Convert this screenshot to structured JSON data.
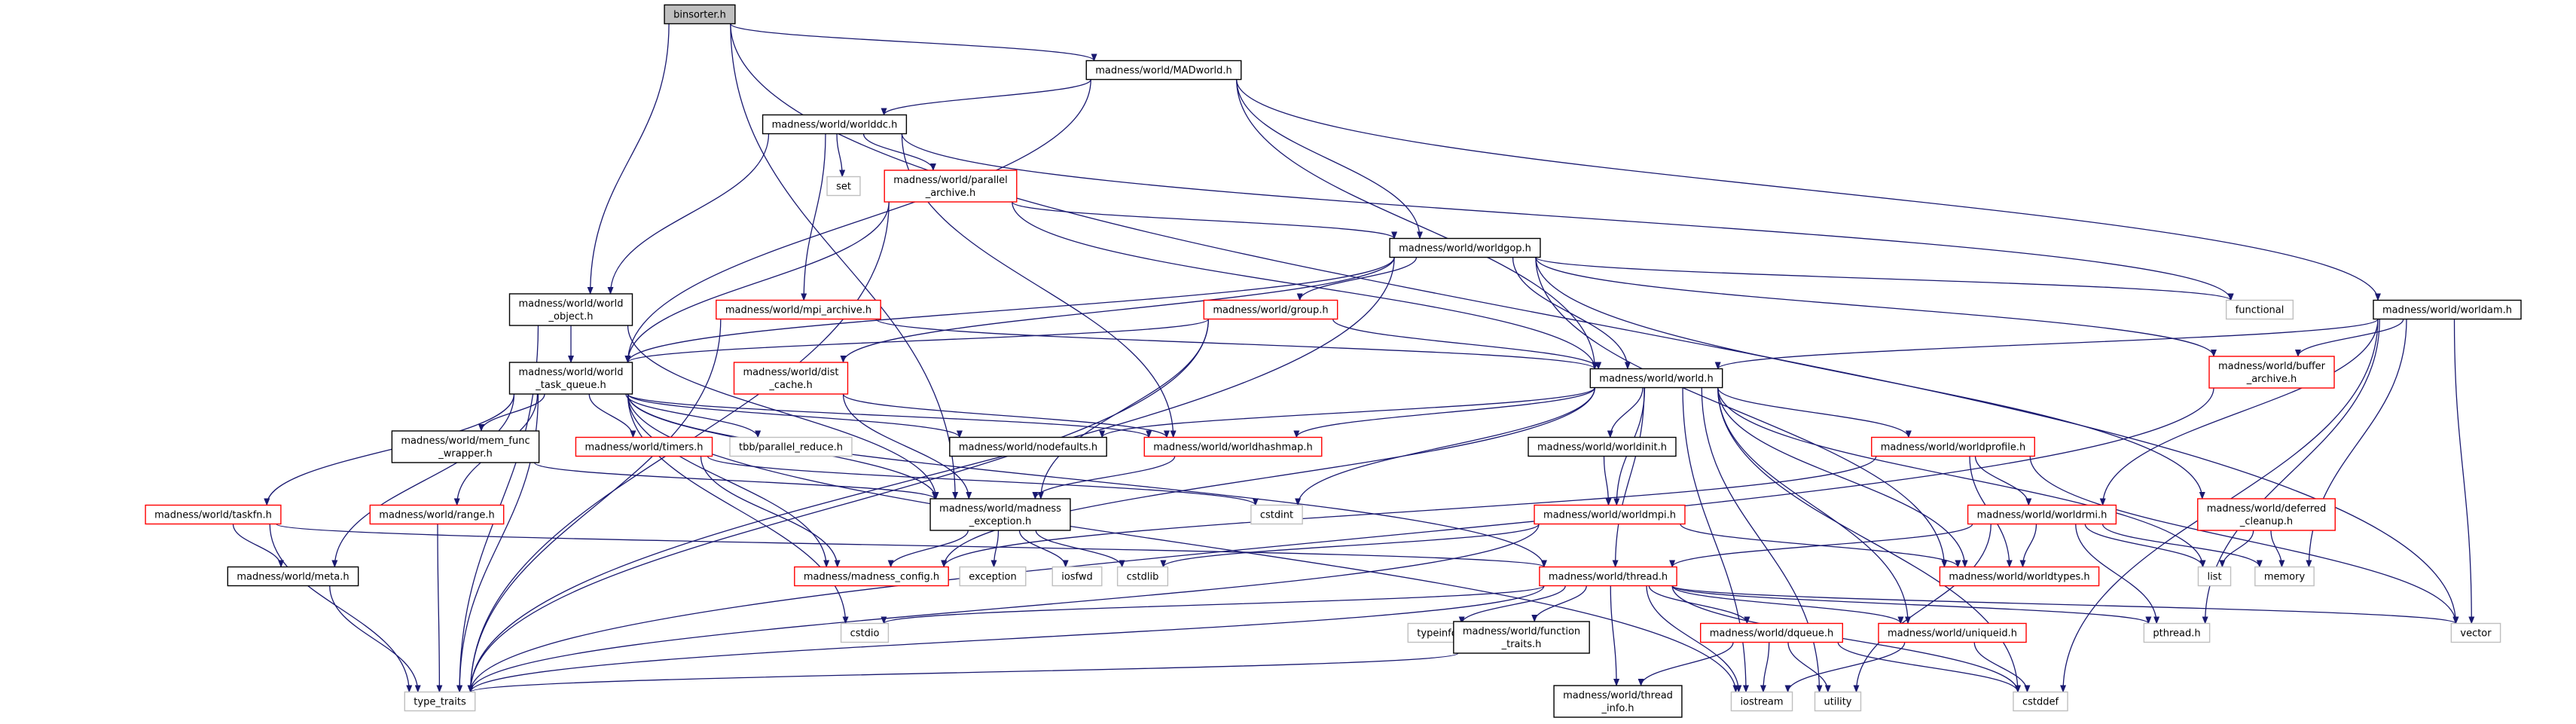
{
  "diagram": {
    "title": "",
    "colors": {
      "edge": "#191970",
      "root_fill": "#bfbfbf",
      "root_stroke": "#000000",
      "normal_stroke": "#000000",
      "red_stroke": "#ff0000",
      "system_stroke": "#bfbfbf",
      "fill": "#ffffff"
    },
    "nodes": [
      {
        "id": "binsorter",
        "kind": "root",
        "lines": [
          "binsorter.h"
        ]
      },
      {
        "id": "madworld",
        "kind": "normal",
        "lines": [
          "madness/world/MADworld.h"
        ]
      },
      {
        "id": "worlddc",
        "kind": "normal",
        "lines": [
          "madness/world/worlddc.h"
        ]
      },
      {
        "id": "set",
        "kind": "system",
        "lines": [
          "set"
        ]
      },
      {
        "id": "parallel_archive",
        "kind": "red",
        "lines": [
          "madness/world/parallel",
          "_archive.h"
        ]
      },
      {
        "id": "worldgop",
        "kind": "normal",
        "lines": [
          "madness/world/worldgop.h"
        ]
      },
      {
        "id": "functional",
        "kind": "system",
        "lines": [
          "functional"
        ]
      },
      {
        "id": "worldam",
        "kind": "normal",
        "lines": [
          "madness/world/worldam.h"
        ]
      },
      {
        "id": "world_object",
        "kind": "normal",
        "lines": [
          "madness/world/world",
          "_object.h"
        ]
      },
      {
        "id": "mpi_archive",
        "kind": "red",
        "lines": [
          "madness/world/mpi_archive.h"
        ]
      },
      {
        "id": "group",
        "kind": "red",
        "lines": [
          "madness/world/group.h"
        ]
      },
      {
        "id": "buffer_archive",
        "kind": "red",
        "lines": [
          "madness/world/buffer",
          "_archive.h"
        ]
      },
      {
        "id": "world_task_queue",
        "kind": "normal",
        "lines": [
          "madness/world/world",
          "_task_queue.h"
        ]
      },
      {
        "id": "dist_cache",
        "kind": "red",
        "lines": [
          "madness/world/dist",
          "_cache.h"
        ]
      },
      {
        "id": "world",
        "kind": "normal",
        "lines": [
          "madness/world/world.h"
        ]
      },
      {
        "id": "mem_func_wrapper",
        "kind": "normal",
        "lines": [
          "madness/world/mem_func",
          "_wrapper.h"
        ]
      },
      {
        "id": "timers",
        "kind": "red",
        "lines": [
          "madness/world/timers.h"
        ]
      },
      {
        "id": "parallel_reduce",
        "kind": "system",
        "lines": [
          "tbb/parallel_reduce.h"
        ]
      },
      {
        "id": "nodefaults",
        "kind": "normal",
        "lines": [
          "madness/world/nodefaults.h"
        ]
      },
      {
        "id": "worldhashmap",
        "kind": "red",
        "lines": [
          "madness/world/worldhashmap.h"
        ]
      },
      {
        "id": "worldinit",
        "kind": "normal",
        "lines": [
          "madness/world/worldinit.h"
        ]
      },
      {
        "id": "worldprofile",
        "kind": "red",
        "lines": [
          "madness/world/worldprofile.h"
        ]
      },
      {
        "id": "taskfn",
        "kind": "red",
        "lines": [
          "madness/world/taskfn.h"
        ]
      },
      {
        "id": "range",
        "kind": "red",
        "lines": [
          "madness/world/range.h"
        ]
      },
      {
        "id": "madness_exception",
        "kind": "normal",
        "lines": [
          "madness/world/madness",
          "_exception.h"
        ]
      },
      {
        "id": "cstdint",
        "kind": "system",
        "lines": [
          "cstdint"
        ]
      },
      {
        "id": "worldmpi",
        "kind": "red",
        "lines": [
          "madness/world/worldmpi.h"
        ]
      },
      {
        "id": "worldrmi",
        "kind": "red",
        "lines": [
          "madness/world/worldrmi.h"
        ]
      },
      {
        "id": "deferred_cleanup",
        "kind": "red",
        "lines": [
          "madness/world/deferred",
          "_cleanup.h"
        ]
      },
      {
        "id": "meta",
        "kind": "normal",
        "lines": [
          "madness/world/meta.h"
        ]
      },
      {
        "id": "madness_config",
        "kind": "red",
        "lines": [
          "madness/madness_config.h"
        ]
      },
      {
        "id": "exception",
        "kind": "system",
        "lines": [
          "exception"
        ]
      },
      {
        "id": "iosfwd",
        "kind": "system",
        "lines": [
          "iosfwd"
        ]
      },
      {
        "id": "cstdlib",
        "kind": "system",
        "lines": [
          "cstdlib"
        ]
      },
      {
        "id": "thread",
        "kind": "red",
        "lines": [
          "madness/world/thread.h"
        ]
      },
      {
        "id": "worldtypes",
        "kind": "red",
        "lines": [
          "madness/world/worldtypes.h"
        ]
      },
      {
        "id": "list",
        "kind": "system",
        "lines": [
          "list"
        ]
      },
      {
        "id": "memory",
        "kind": "system",
        "lines": [
          "memory"
        ]
      },
      {
        "id": "cstdio",
        "kind": "system",
        "lines": [
          "cstdio"
        ]
      },
      {
        "id": "typeinfo",
        "kind": "system",
        "lines": [
          "typeinfo"
        ]
      },
      {
        "id": "function_traits",
        "kind": "normal",
        "lines": [
          "madness/world/function",
          "_traits.h"
        ]
      },
      {
        "id": "dqueue",
        "kind": "red",
        "lines": [
          "madness/world/dqueue.h"
        ]
      },
      {
        "id": "uniqueid",
        "kind": "red",
        "lines": [
          "madness/world/uniqueid.h"
        ]
      },
      {
        "id": "pthread",
        "kind": "system",
        "lines": [
          "pthread.h"
        ]
      },
      {
        "id": "vector",
        "kind": "system",
        "lines": [
          "vector"
        ]
      },
      {
        "id": "type_traits",
        "kind": "system",
        "lines": [
          "type_traits"
        ]
      },
      {
        "id": "thread_info",
        "kind": "normal",
        "lines": [
          "madness/world/thread",
          "_info.h"
        ]
      },
      {
        "id": "iostream",
        "kind": "system",
        "lines": [
          "iostream"
        ]
      },
      {
        "id": "utility",
        "kind": "system",
        "lines": [
          "utility"
        ]
      },
      {
        "id": "cstddef",
        "kind": "system",
        "lines": [
          "cstddef"
        ]
      }
    ],
    "edges": [
      [
        "binsorter",
        "madworld"
      ],
      [
        "binsorter",
        "world_object"
      ],
      [
        "binsorter",
        "madness_exception"
      ],
      [
        "binsorter",
        "vector"
      ],
      [
        "madworld",
        "worlddc"
      ],
      [
        "madworld",
        "worldgop"
      ],
      [
        "madworld",
        "worldam"
      ],
      [
        "madworld",
        "world_task_queue"
      ],
      [
        "madworld",
        "world"
      ],
      [
        "worlddc",
        "set"
      ],
      [
        "worlddc",
        "parallel_archive"
      ],
      [
        "worlddc",
        "mpi_archive"
      ],
      [
        "worlddc",
        "world_object"
      ],
      [
        "worlddc",
        "worldhashmap"
      ],
      [
        "worlddc",
        "functional"
      ],
      [
        "parallel_archive",
        "worldgop"
      ],
      [
        "parallel_archive",
        "world"
      ],
      [
        "parallel_archive",
        "world_task_queue"
      ],
      [
        "parallel_archive",
        "type_traits"
      ],
      [
        "worldgop",
        "group"
      ],
      [
        "worldgop",
        "dist_cache"
      ],
      [
        "worldgop",
        "world"
      ],
      [
        "worldgop",
        "functional"
      ],
      [
        "worldgop",
        "world_task_queue"
      ],
      [
        "worldgop",
        "buffer_archive"
      ],
      [
        "worldgop",
        "deferred_cleanup"
      ],
      [
        "worldgop",
        "worldtypes"
      ],
      [
        "worldgop",
        "type_traits"
      ],
      [
        "worldam",
        "world"
      ],
      [
        "worldam",
        "buffer_archive"
      ],
      [
        "worldam",
        "worldrmi"
      ],
      [
        "worldam",
        "memory"
      ],
      [
        "worldam",
        "pthread"
      ],
      [
        "worldam",
        "vector"
      ],
      [
        "worldam",
        "cstddef"
      ],
      [
        "world_object",
        "world_task_queue"
      ],
      [
        "world_object",
        "type_traits"
      ],
      [
        "world_object",
        "madness_exception"
      ],
      [
        "mpi_archive",
        "world"
      ],
      [
        "mpi_archive",
        "type_traits"
      ],
      [
        "group",
        "world"
      ],
      [
        "group",
        "madness_exception"
      ],
      [
        "group",
        "world_task_queue"
      ],
      [
        "group",
        "type_traits"
      ],
      [
        "buffer_archive",
        "type_traits"
      ],
      [
        "world_task_queue",
        "mem_func_wrapper"
      ],
      [
        "world_task_queue",
        "timers"
      ],
      [
        "world_task_queue",
        "parallel_reduce"
      ],
      [
        "world_task_queue",
        "nodefaults"
      ],
      [
        "world_task_queue",
        "worldhashmap"
      ],
      [
        "world_task_queue",
        "taskfn"
      ],
      [
        "world_task_queue",
        "range"
      ],
      [
        "world_task_queue",
        "meta"
      ],
      [
        "world_task_queue",
        "madness_config"
      ],
      [
        "world_task_queue",
        "thread"
      ],
      [
        "world_task_queue",
        "iostream"
      ],
      [
        "world_task_queue",
        "type_traits"
      ],
      [
        "world_task_queue",
        "cstdio"
      ],
      [
        "world_task_queue",
        "madness_exception"
      ],
      [
        "dist_cache",
        "madness_exception"
      ],
      [
        "dist_cache",
        "worldhashmap"
      ],
      [
        "world",
        "nodefaults"
      ],
      [
        "world",
        "worldhashmap"
      ],
      [
        "world",
        "worldinit"
      ],
      [
        "world",
        "worldprofile"
      ],
      [
        "world",
        "cstdint"
      ],
      [
        "world",
        "worldmpi"
      ],
      [
        "world",
        "madness_config"
      ],
      [
        "world",
        "thread"
      ],
      [
        "world",
        "list"
      ],
      [
        "world",
        "uniqueid"
      ],
      [
        "world",
        "iostream"
      ],
      [
        "world",
        "utility"
      ],
      [
        "world",
        "cstddef"
      ],
      [
        "world",
        "worldtypes"
      ],
      [
        "mem_func_wrapper",
        "madness_exception"
      ],
      [
        "timers",
        "cstdint"
      ],
      [
        "timers",
        "madness_config"
      ],
      [
        "worldhashmap",
        "madness_exception"
      ],
      [
        "worldinit",
        "worldmpi"
      ],
      [
        "worldprofile",
        "worldrmi"
      ],
      [
        "worldprofile",
        "worldtypes"
      ],
      [
        "worldprofile",
        "madness_config"
      ],
      [
        "worldprofile",
        "vector"
      ],
      [
        "taskfn",
        "meta"
      ],
      [
        "taskfn",
        "type_traits"
      ],
      [
        "taskfn",
        "thread"
      ],
      [
        "range",
        "type_traits"
      ],
      [
        "madness_exception",
        "madness_config"
      ],
      [
        "madness_exception",
        "exception"
      ],
      [
        "madness_exception",
        "iosfwd"
      ],
      [
        "madness_exception",
        "cstdlib"
      ],
      [
        "worldmpi",
        "worldtypes"
      ],
      [
        "worldmpi",
        "cstdlib"
      ],
      [
        "worldmpi",
        "type_traits"
      ],
      [
        "worldrmi",
        "thread"
      ],
      [
        "worldrmi",
        "worldtypes"
      ],
      [
        "worldrmi",
        "list"
      ],
      [
        "worldrmi",
        "memory"
      ],
      [
        "worldrmi",
        "pthread"
      ],
      [
        "worldrmi",
        "utility"
      ],
      [
        "deferred_cleanup",
        "list"
      ],
      [
        "deferred_cleanup",
        "memory"
      ],
      [
        "meta",
        "type_traits"
      ],
      [
        "thread",
        "cstdio"
      ],
      [
        "thread",
        "typeinfo"
      ],
      [
        "thread",
        "function_traits"
      ],
      [
        "thread",
        "dqueue"
      ],
      [
        "thread",
        "uniqueid"
      ],
      [
        "thread",
        "thread_info"
      ],
      [
        "thread",
        "pthread"
      ],
      [
        "thread",
        "vector"
      ],
      [
        "thread",
        "type_traits"
      ],
      [
        "thread",
        "iostream"
      ],
      [
        "thread",
        "cstddef"
      ],
      [
        "function_traits",
        "type_traits"
      ],
      [
        "dqueue",
        "thread_info"
      ],
      [
        "dqueue",
        "iostream"
      ],
      [
        "dqueue",
        "utility"
      ],
      [
        "dqueue",
        "cstddef"
      ],
      [
        "uniqueid",
        "iostream"
      ],
      [
        "uniqueid",
        "cstddef"
      ]
    ]
  }
}
